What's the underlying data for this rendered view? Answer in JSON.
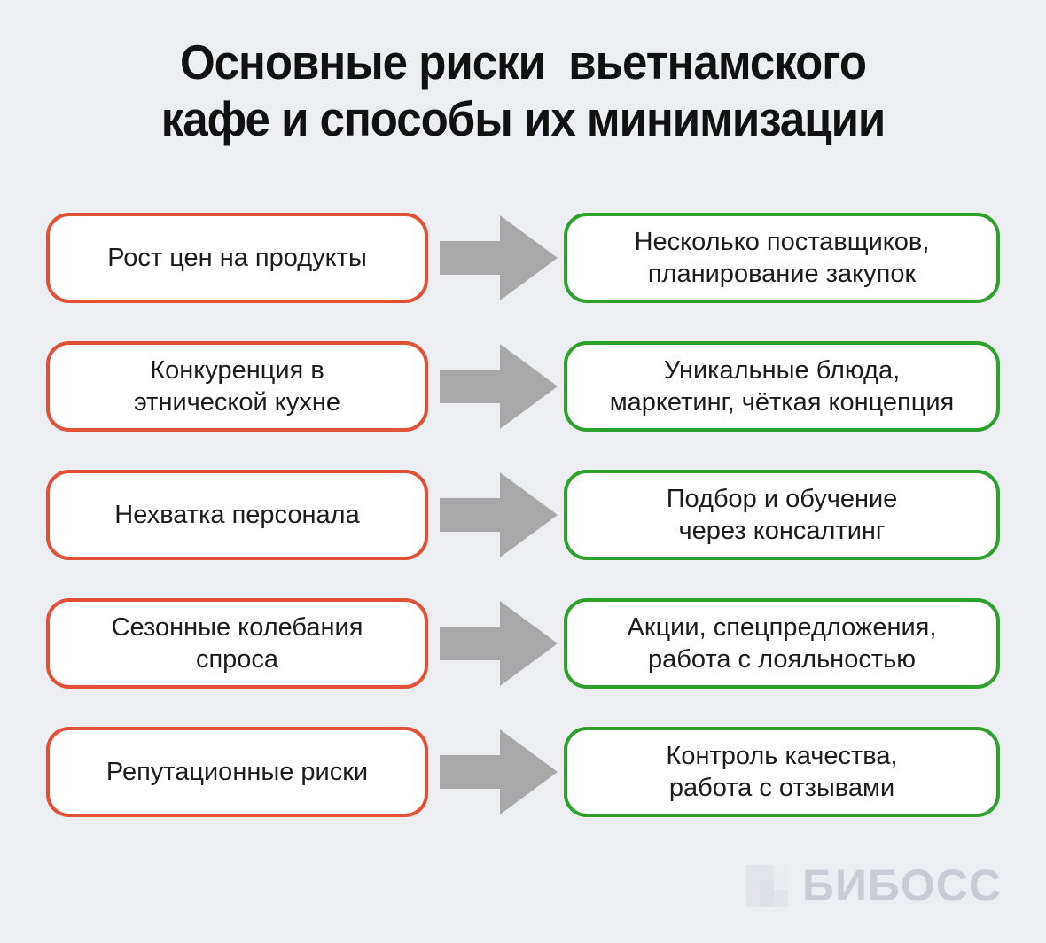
{
  "title": {
    "line1": "Основные риски  вьетнамского",
    "line2": "кафе и способы их минимизации"
  },
  "colors": {
    "background": "#eceef2",
    "box_background": "#ffffff",
    "risk_border": "#e05138",
    "solution_border": "#2ea12c",
    "arrow": "#a8a8a8",
    "text": "#1c1c1c",
    "logo": "#c8ccd4"
  },
  "rows": [
    {
      "risk": "Рост цен на продукты",
      "solution": "Несколько поставщиков,\nпланирование закупок"
    },
    {
      "risk": "Конкуренция в\nэтнической кухне",
      "solution": "Уникальные блюда,\nмаркетинг, чёткая концепция"
    },
    {
      "risk": "Нехватка персонала",
      "solution": "Подбор и обучение\nчерез консалтинг"
    },
    {
      "risk": "Сезонные колебания\nспроса",
      "solution": "Акции, спецпредложения,\nработа с лояльностью"
    },
    {
      "risk": "Репутационные риски",
      "solution": "Контроль качества,\nработа с отзывами"
    }
  ],
  "logo": {
    "text": "БИБОСС"
  }
}
